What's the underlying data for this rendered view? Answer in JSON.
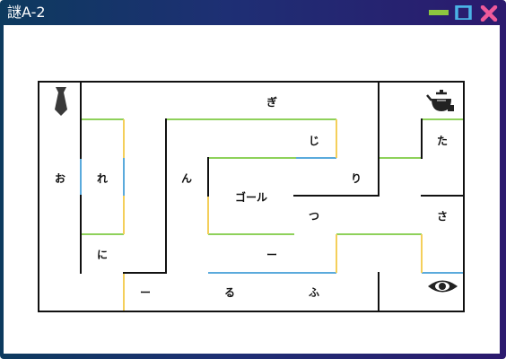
{
  "window": {
    "title": "謎A-2",
    "colors": {
      "minimize": "#8dc63f",
      "maximize": "#4ab3e6",
      "close": "#ef5a9a"
    }
  },
  "maze": {
    "colors": {
      "wall": "#111111",
      "green": "#8ed15a",
      "yellow": "#f4cf5a",
      "blue": "#5aaadc"
    },
    "icons": [
      "necktie-icon",
      "teapot-icon",
      "eye-icon"
    ],
    "cells": [
      {
        "id": "gi",
        "text": "ぎ"
      },
      {
        "id": "ji",
        "text": "じ"
      },
      {
        "id": "ta",
        "text": "た"
      },
      {
        "id": "o",
        "text": "お"
      },
      {
        "id": "re",
        "text": "れ"
      },
      {
        "id": "n",
        "text": "ん"
      },
      {
        "id": "ri",
        "text": "り"
      },
      {
        "id": "goal",
        "text": "ゴール"
      },
      {
        "id": "tsu",
        "text": "つ"
      },
      {
        "id": "sa",
        "text": "さ"
      },
      {
        "id": "ni",
        "text": "に"
      },
      {
        "id": "dash1",
        "text": "ー"
      },
      {
        "id": "dash2",
        "text": "ー"
      },
      {
        "id": "ru",
        "text": "る"
      },
      {
        "id": "fu",
        "text": "ふ"
      }
    ]
  }
}
